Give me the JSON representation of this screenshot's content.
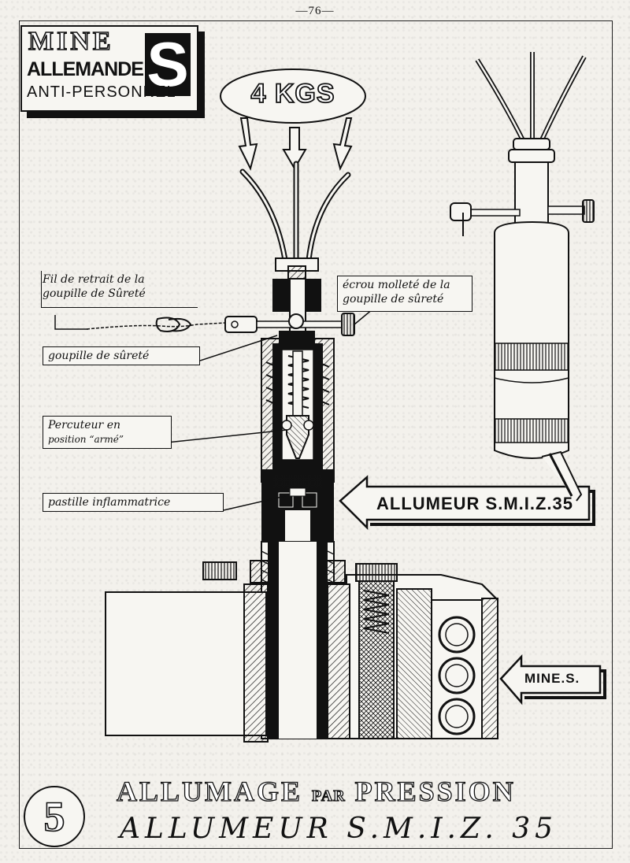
{
  "page_number": "—76—",
  "title": {
    "line1": "MINE",
    "line2": "ALLEMANDE",
    "big_letter": "S",
    "line3": "ANTI-PERSONNEL"
  },
  "weight_label": "4 KGS",
  "labels": {
    "fil_retrait": [
      "Fil de retrait de la",
      "goupille de Sûreté"
    ],
    "ecrou": [
      "écrou molleté de la",
      "goupille de sûreté"
    ],
    "goupille": "goupille de sûreté",
    "percuteur": [
      "Percuteur en",
      "position “armé”"
    ],
    "pastille": "pastille inflammatrice"
  },
  "callouts": {
    "allumeur": "ALLUMEUR S.M.I.Z.35",
    "mine": "MINE.S."
  },
  "bottom": {
    "number": "5",
    "title_a": "ALLUMAGE",
    "title_par": "PAR",
    "title_b": "PRESSION",
    "subtitle": "ALLUMEUR S.M.I.Z. 35"
  }
}
